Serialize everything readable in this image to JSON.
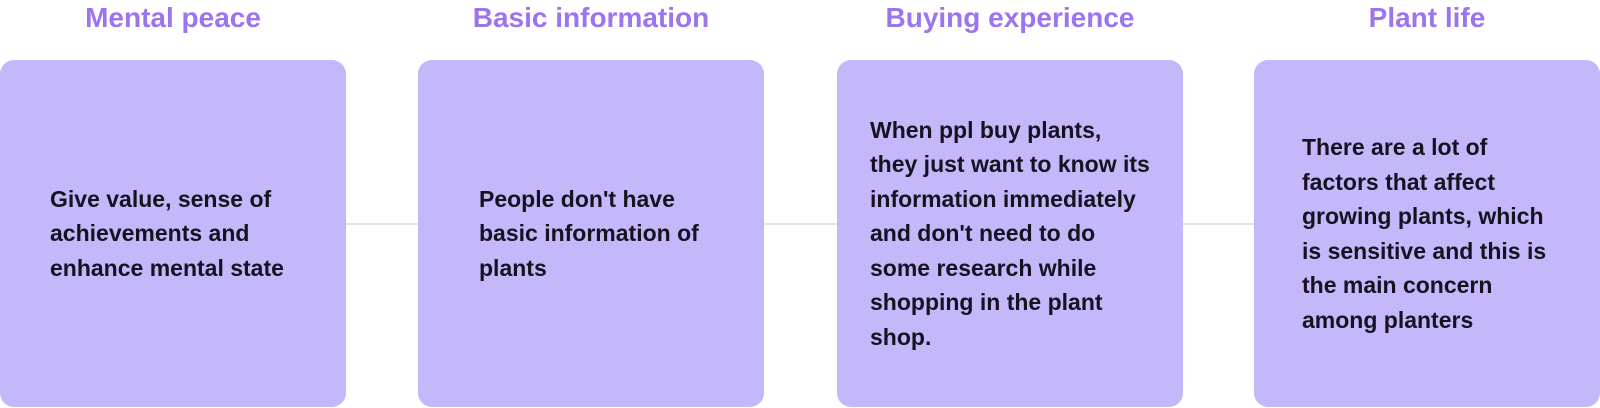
{
  "diagram": {
    "stages": [
      {
        "title": "Mental peace",
        "lines": [
          "Give value, sense of",
          "achievements and",
          "enhance mental state"
        ]
      },
      {
        "title": "Basic information",
        "lines": [
          "People don't have",
          "basic information of",
          "plants"
        ]
      },
      {
        "title": "Buying experience",
        "lines": [
          "When ppl buy plants,",
          "they just want to know its",
          "information immediately",
          "and don't need to do",
          "some research while",
          "shopping in the plant",
          "shop."
        ]
      },
      {
        "title": "Plant life",
        "lines": [
          "There are a lot of",
          "factors that affect",
          "growing plants, which",
          "is sensitive and this is",
          "the main concern",
          "among planters"
        ]
      }
    ],
    "colors": {
      "title": "#9b75ef",
      "card": "#c4b8fb",
      "text": "#16121f",
      "connector": "#e3e3e8"
    }
  }
}
